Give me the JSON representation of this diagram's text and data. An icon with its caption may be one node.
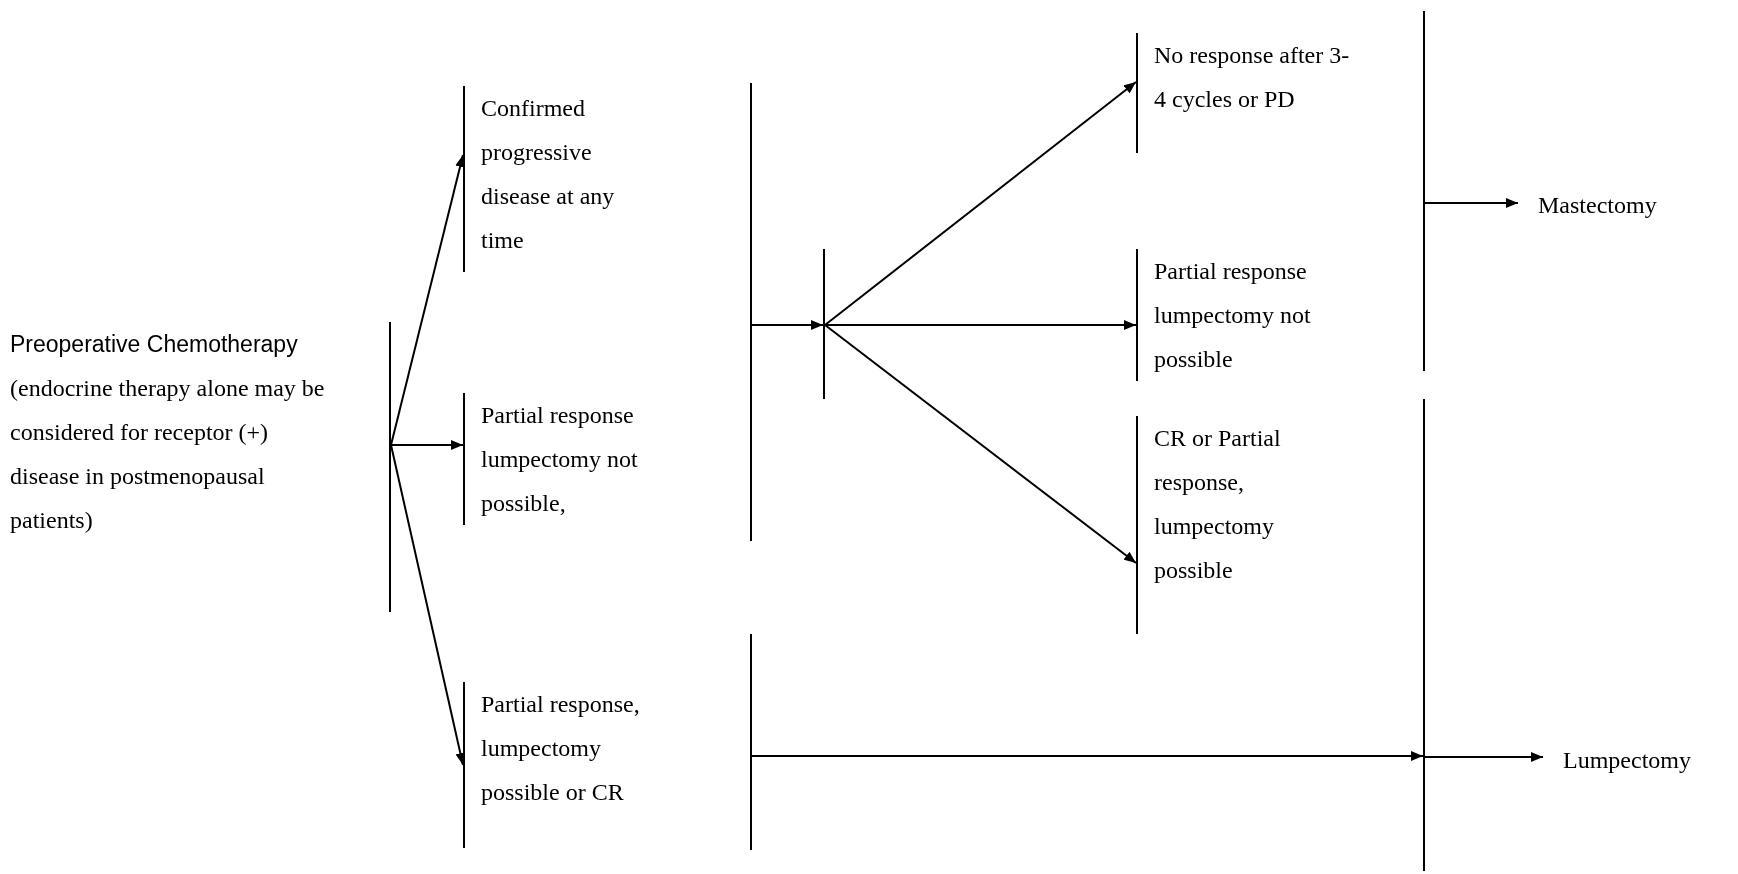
{
  "diagram": {
    "nodes": [
      {
        "text": [
          "Preoperative Chemotherapy",
          "(endocrine therapy alone may be considered for receptor (+) disease in postmenopausal patients)"
        ]
      },
      {
        "text": [
          "Confirmed progressive disease at any time"
        ]
      },
      {
        "text": [
          "Partial response lumpectomy not possible,"
        ]
      },
      {
        "text": [
          "Partial response, lumpectomy possible or CR"
        ]
      },
      {
        "text": [],
        "shape": "bar"
      },
      {
        "text": [],
        "shape": "bar"
      },
      {
        "text": [
          "No response after 3-4 cycles or PD"
        ]
      },
      {
        "text": [
          "Partial response lumpectomy not possible"
        ]
      },
      {
        "text": [
          "CR or Partial response, lumpectomy possible"
        ]
      },
      {
        "text": [],
        "shape": "bar"
      },
      {
        "text": [
          "Mastectomy"
        ]
      },
      {
        "text": [],
        "shape": "bar"
      },
      {
        "text": [],
        "shape": "bar"
      },
      {
        "text": [
          "Lumpectomy"
        ]
      }
    ],
    "edges": [
      {
        "from": 0,
        "to": 1,
        "arrow": "to"
      },
      {
        "from": 0,
        "to": 2,
        "arrow": "to"
      },
      {
        "from": 0,
        "to": 3,
        "arrow": "to"
      },
      {
        "from": 4,
        "to": 5,
        "arrow": "to"
      },
      {
        "from": 5,
        "to": 6,
        "arrow": "to"
      },
      {
        "from": 5,
        "to": 7,
        "arrow": "to"
      },
      {
        "from": 5,
        "to": 8,
        "arrow": "to"
      },
      {
        "from": 9,
        "to": 10,
        "arrow": "to"
      },
      {
        "from": 11,
        "to": 12,
        "arrow": "to"
      },
      {
        "from": 12,
        "to": 13,
        "arrow": "to"
      }
    ]
  }
}
